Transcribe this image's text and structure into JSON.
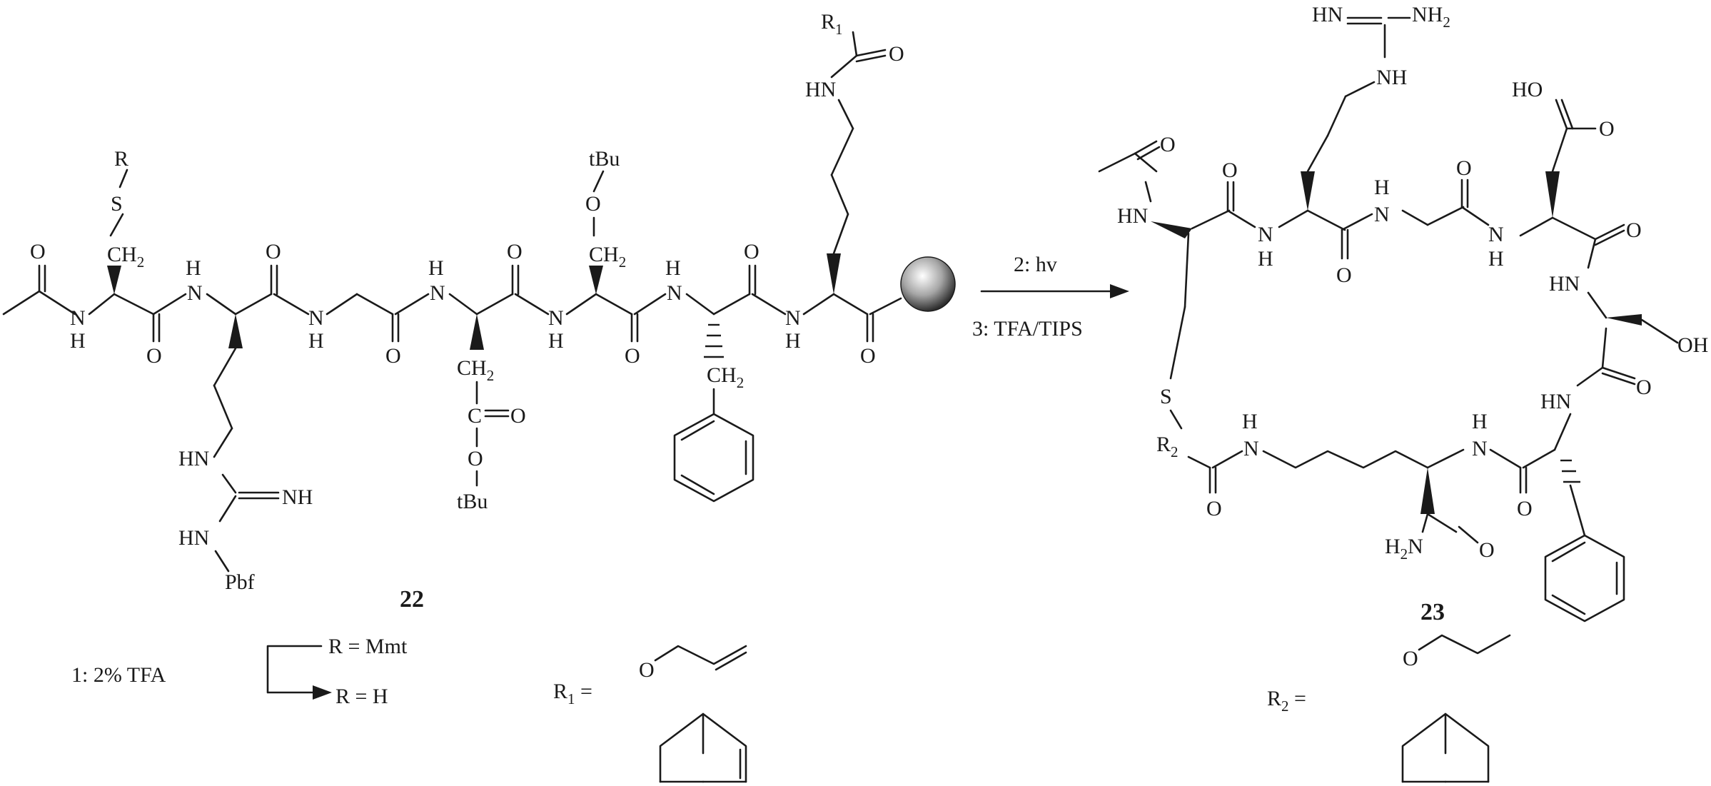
{
  "compounds": {
    "c22": {
      "number": "22"
    },
    "c23": {
      "number": "23"
    }
  },
  "reagents": {
    "step1": "1: 2% TFA",
    "step2": "2: hv",
    "step3": "3: TFA/TIPS",
    "r_mmt": "R = Mmt",
    "r_h": "R = H"
  },
  "labels": {
    "r": "R",
    "r1": "R",
    "r1_sub": "1",
    "r2": "R",
    "r2_sub": "2",
    "s": "S",
    "o": "O",
    "n": "N",
    "h": "H",
    "hn": "HN",
    "nh": "NH",
    "nh2_main": "NH",
    "nh2_sub": "2",
    "h2n_h": "H",
    "h2n_sub": "2",
    "h2n_n": "N",
    "ch2_main": "CH",
    "ch2_sub": "2",
    "tbu": "tBu",
    "pbf": "Pbf",
    "ho": "HO",
    "oh": "OH",
    "co": "C",
    "eq": " ="
  }
}
